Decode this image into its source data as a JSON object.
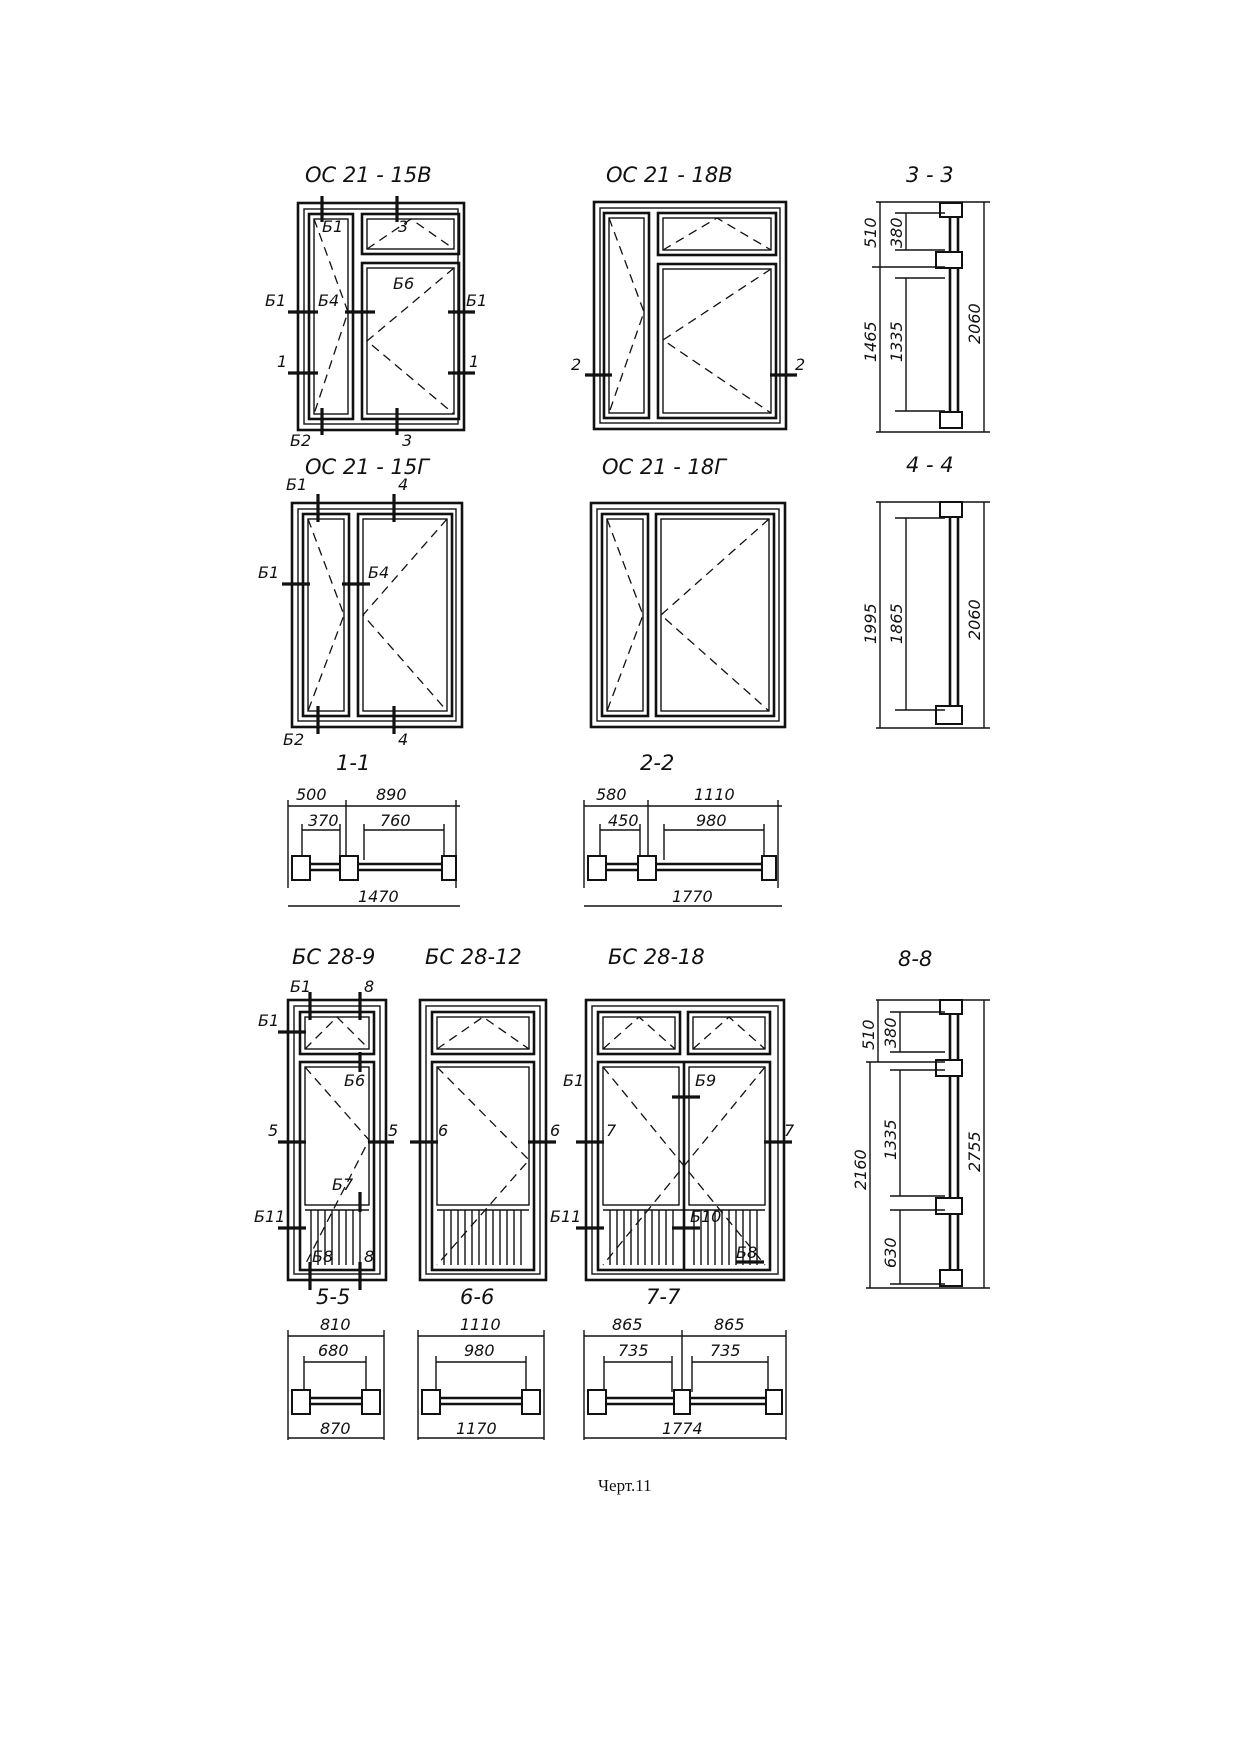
{
  "titles": {
    "os21_15v": "ОС 21 - 15В",
    "os21_18v": "ОС 21 - 18В",
    "sec3": "3 - 3",
    "os21_15g": "ОС 21 - 15Г",
    "os21_18g": "ОС 21 - 18Г",
    "sec4": "4 - 4",
    "sec1": "1-1",
    "sec2": "2-2",
    "bs28_9": "БС 28-9",
    "bs28_12": "БС 28-12",
    "bs28_18": "БС 28-18",
    "sec8": "8-8",
    "sec5": "5-5",
    "sec6": "6-6",
    "sec7": "7-7"
  },
  "marks": {
    "b1": "Б1",
    "b2": "Б2",
    "b4": "Б4",
    "b6": "Б6",
    "b7": "Б7",
    "b8": "Б8",
    "b9": "Б9",
    "b10": "Б10",
    "b11": "Б11",
    "n1": "1",
    "n2": "2",
    "n3": "3",
    "n4": "4",
    "n5": "5",
    "n6": "6",
    "n7": "7",
    "n8": "8"
  },
  "dims": {
    "s3": {
      "a": "510",
      "b": "380",
      "c": "1465",
      "d": "1335",
      "total": "2060"
    },
    "s4": {
      "a": "1995",
      "b": "1865",
      "total": "2060"
    },
    "s1": {
      "a": "500",
      "b": "890",
      "c": "370",
      "d": "760",
      "total": "1470"
    },
    "s2": {
      "a": "580",
      "b": "1110",
      "c": "450",
      "d": "980",
      "total": "1770"
    },
    "s8": {
      "a": "510",
      "b": "380",
      "c": "2160",
      "d": "1335",
      "e": "630",
      "total": "2755"
    },
    "s5": {
      "a": "810",
      "b": "680",
      "total": "870"
    },
    "s6": {
      "a": "1110",
      "b": "980",
      "total": "1170"
    },
    "s7": {
      "a": "865",
      "b": "865",
      "c": "735",
      "d": "735",
      "total": "1774"
    }
  },
  "caption": "Черт.11"
}
